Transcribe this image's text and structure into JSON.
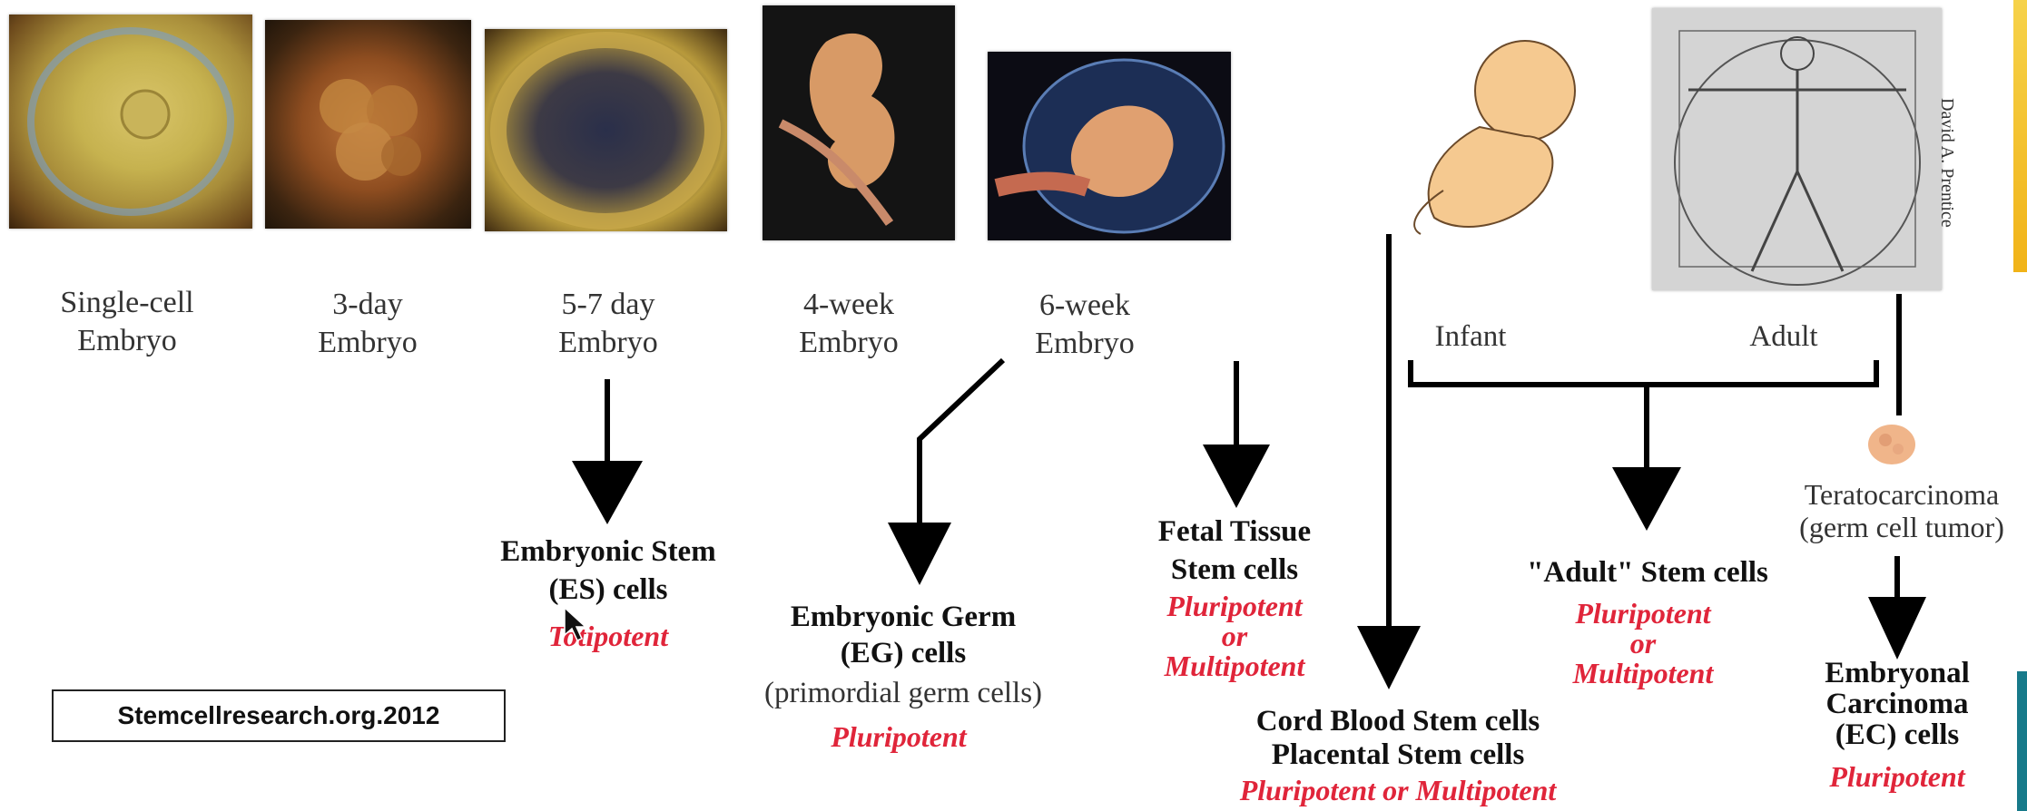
{
  "stages": [
    {
      "id": "single-cell",
      "label": "Single-cell\nEmbryo"
    },
    {
      "id": "3-day",
      "label": "3-day\nEmbryo"
    },
    {
      "id": "5-7-day",
      "label": "5-7 day\nEmbryo"
    },
    {
      "id": "4-week",
      "label": "4-week\nEmbryo"
    },
    {
      "id": "6-week",
      "label": "6-week\nEmbryo"
    },
    {
      "id": "infant",
      "label": "Infant"
    },
    {
      "id": "adult",
      "label": "Adult"
    }
  ],
  "adult_drawing_signature": "David A. Prentice",
  "teratocarcinoma": {
    "name": "Teratocarcinoma\n(germ cell tumor)"
  },
  "stem_cells": {
    "es": {
      "title": "Embryonic Stem\n(ES) cells",
      "potency": "Totipotent"
    },
    "eg": {
      "title": "Embryonic Germ\n(EG) cells",
      "subtitle": "(primordial germ cells)",
      "potency": "Pluripotent"
    },
    "fetal": {
      "title": "Fetal Tissue\nStem cells",
      "potency": "Pluripotent\nor\nMultipotent"
    },
    "cord": {
      "title": "Cord Blood Stem cells\nPlacental Stem cells",
      "potency": "Pluripotent or Multipotent"
    },
    "adult": {
      "title": "\"Adult\" Stem cells",
      "potency": "Pluripotent\nor\nMultipotent"
    },
    "ec": {
      "title": "Embryonal\nCarcinoma\n(EC) cells",
      "potency": "Pluripotent"
    }
  },
  "credit": "Stemcellresearch.org.2012",
  "colors": {
    "potency_red": "#e0253a",
    "arrow": "#000000"
  }
}
